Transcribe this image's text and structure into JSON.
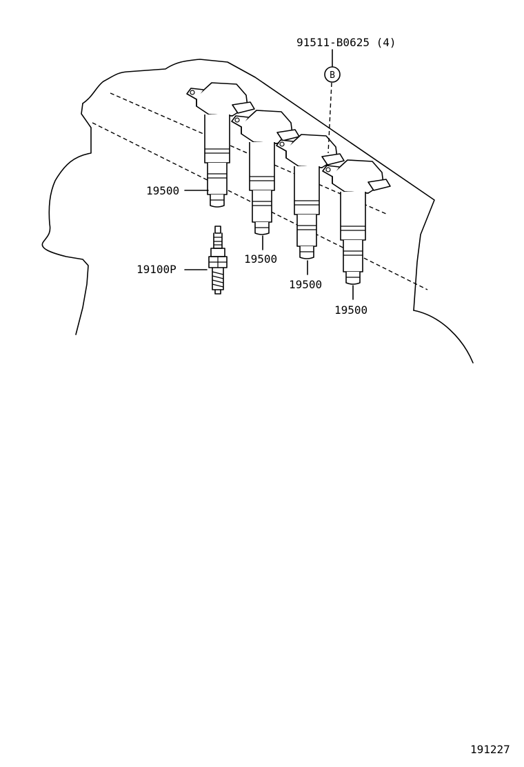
{
  "callouts": {
    "bolt_part": "91511-B0625 (4)",
    "bolt_marker": "B",
    "coil_1": "19500",
    "coil_2": "19500",
    "coil_3": "19500",
    "coil_4": "19500",
    "spark_plug": "19100P"
  },
  "illustration_number": "191227"
}
